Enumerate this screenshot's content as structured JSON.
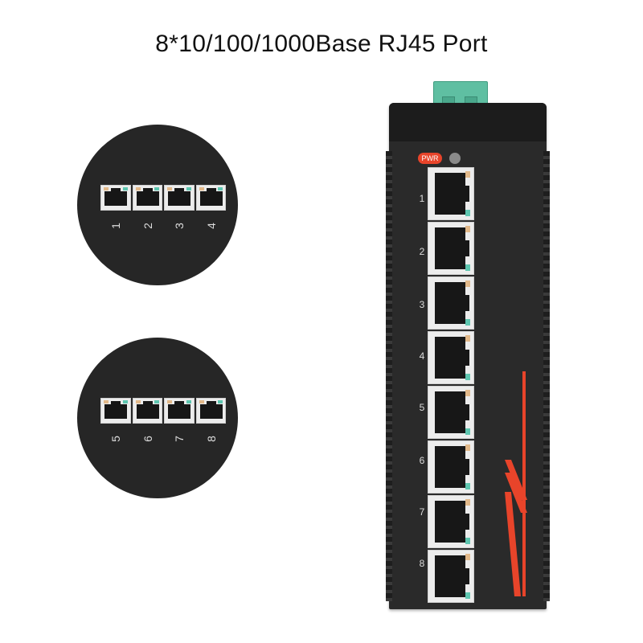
{
  "title": "8*10/100/1000Base RJ45 Port",
  "zoom_top": {
    "labels": [
      "1",
      "2",
      "3",
      "4"
    ]
  },
  "zoom_bottom": {
    "labels": [
      "5",
      "6",
      "7",
      "8"
    ]
  },
  "device": {
    "pwr_label": "PWR",
    "port_labels": [
      "1",
      "2",
      "3",
      "4",
      "5",
      "6",
      "7",
      "8"
    ]
  },
  "colors": {
    "body": "#2a2a2a",
    "accent": "#e8442a",
    "terminal": "#5fbfa2",
    "led_green": "#5ec6b0",
    "led_amber": "#e2b98a"
  }
}
